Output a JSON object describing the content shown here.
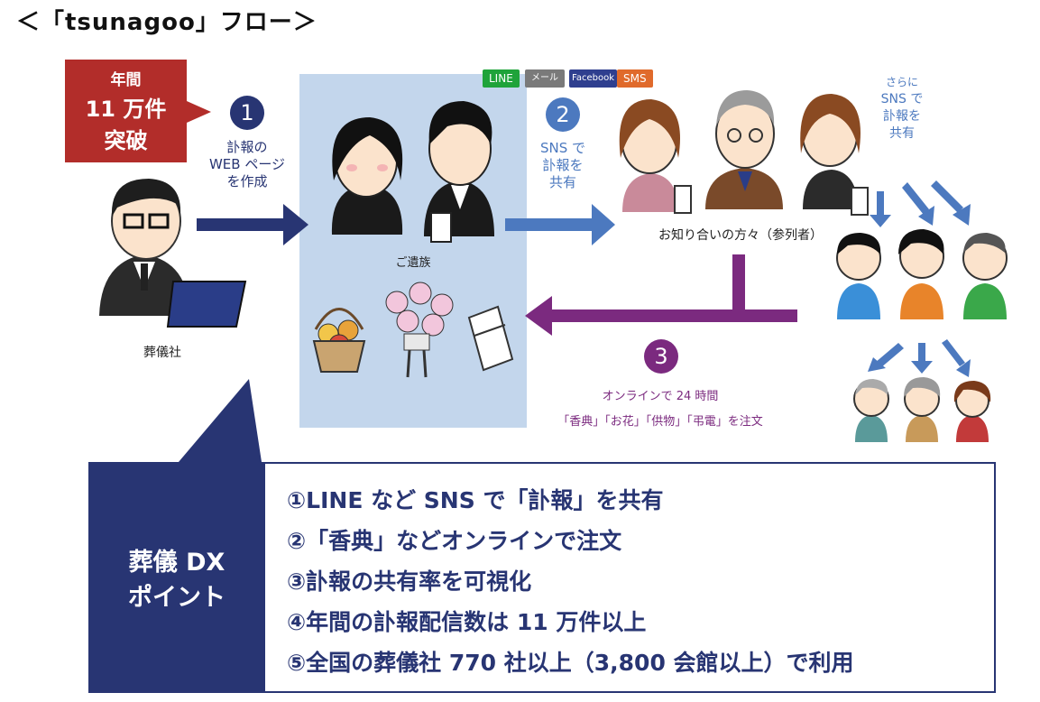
{
  "title": "＜「tsunagoo」フロー＞",
  "badge": {
    "line1": "年間",
    "line2": "11 万件",
    "line3": "突破",
    "color": "#b22d2a"
  },
  "steps": [
    {
      "number": "1",
      "lines": [
        "訃報の",
        "WEB ページ",
        "を作成"
      ],
      "color": "#283573"
    },
    {
      "number": "2",
      "lines": [
        "SNS で",
        "訃報を",
        "共有"
      ],
      "color": "#4c79bf"
    },
    {
      "number": "3",
      "line1": "オンラインで 24 時間",
      "line2": "「香典」「お花」「供物」「弔電」を注文",
      "color": "#7b2a7f"
    }
  ],
  "share_tags": [
    {
      "label": "LINE",
      "color": "#1fa33a"
    },
    {
      "label": "メール",
      "color": "#7a7a7a"
    },
    {
      "label": "Facebook",
      "color": "#2f3f8f"
    },
    {
      "label": "SMS",
      "color": "#e06a2b"
    }
  ],
  "further_share": [
    "さらに",
    "SNS で",
    "訃報を",
    "共有"
  ],
  "labels": {
    "funeral_home": "葬儀社",
    "bereaved_family": "ご遺族",
    "acquaintances": "お知り合いの方々（参列者）"
  },
  "dx": {
    "heading_line1": "葬儀 DX",
    "heading_line2": "ポイント",
    "points": [
      "①LINE など SNS で「訃報」を共有",
      "②「香典」などオンラインで注文",
      "③訃報の共有率を可視化",
      "④年間の訃報配信数は 11 万件以上",
      "⑤全国の葬儀社 770 社以上（3,800 会館以上）で利用"
    ]
  },
  "icons": [
    "funeral-staff-icon",
    "bereaved-woman-icon",
    "bereaved-man-icon",
    "fruit-basket-icon",
    "flower-stand-icon",
    "condolence-envelope-icon",
    "woman-attendee-icon",
    "old-man-attendee-icon",
    "person-icon"
  ]
}
